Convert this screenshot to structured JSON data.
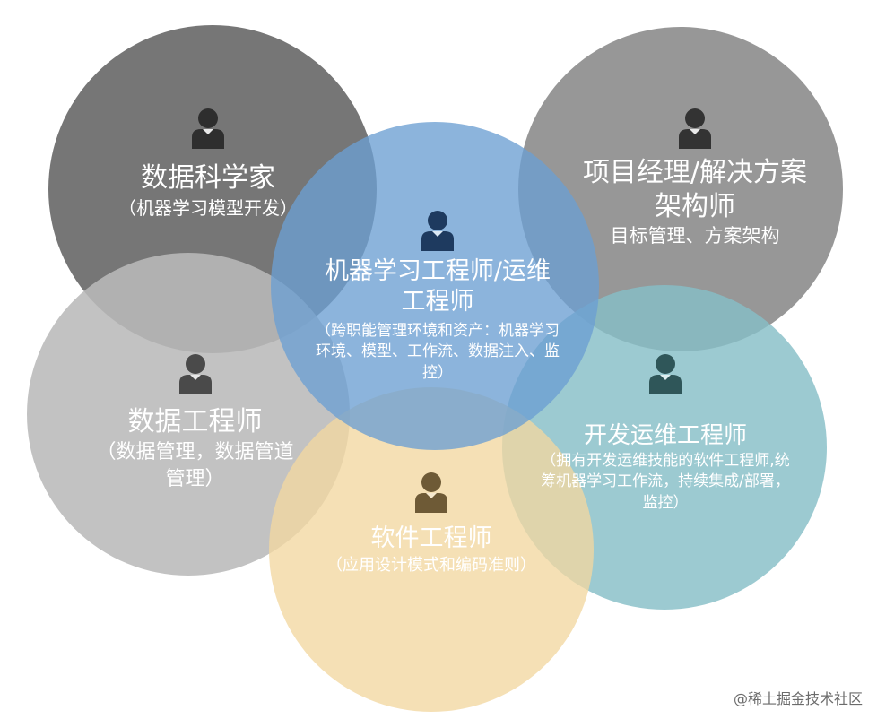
{
  "roles": {
    "data_scientist": {
      "title": "数据科学家",
      "desc": "（机器学习模型开发）",
      "icon": "person-icon",
      "color": "#6b6b6b"
    },
    "data_engineer": {
      "title": "数据工程师",
      "desc": "（数据管理，数据管道管理）",
      "icon": "person-icon",
      "color": "#b8b8b8"
    },
    "project_manager": {
      "title": "项目经理/解决方案架构师",
      "desc": "目标管理、方案架构",
      "icon": "person-icon",
      "color": "#8f8f8f"
    },
    "ml_engineer": {
      "title": "机器学习工程师/运维工程师",
      "desc": "（跨职能管理环境和资产：机器学习环境、模型、工作流、数据注入、监控）",
      "icon": "person-icon",
      "color": "#6f9fd0"
    },
    "devops_engineer": {
      "title": "开发运维工程师",
      "desc": "（拥有开发运维技能的软件工程师,统筹机器学习工作流，持续集成/部署，监控）",
      "icon": "person-icon",
      "color": "#82bdc6"
    },
    "software_engineer": {
      "title": "软件工程师",
      "desc": "（应用设计模式和编码准则）",
      "icon": "person-icon",
      "color": "#f1d8a3"
    }
  },
  "watermark": "@稀土掘金技术社区"
}
